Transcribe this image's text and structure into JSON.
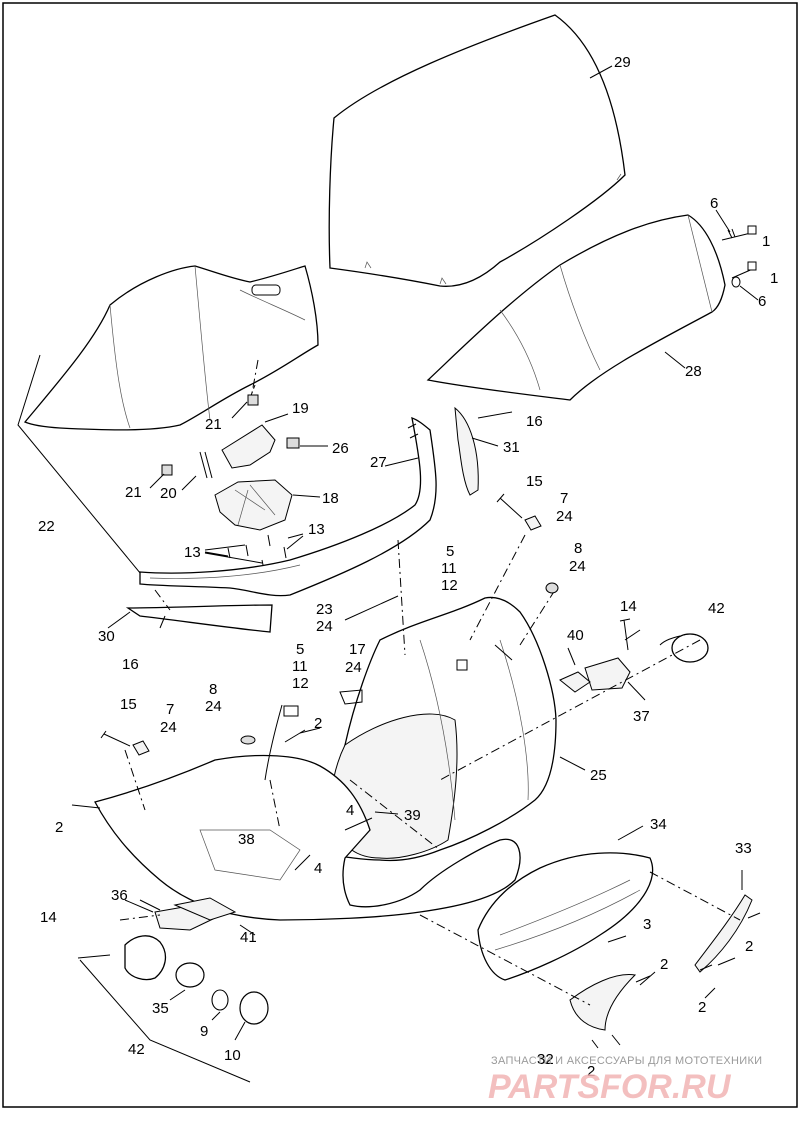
{
  "watermark": {
    "line1": "ЗАПЧАСТИ И АКСЕССУАРЫ ДЛЯ МОТОТЕХНИКИ",
    "line2": "PARTSFOR.RU"
  },
  "callouts": {
    "c29": "29",
    "c6a": "6",
    "c1a": "1",
    "c1b": "1",
    "c6b": "6",
    "c28": "28",
    "c22": "22",
    "c19": "19",
    "c21a": "21",
    "c26": "26",
    "c21b": "21",
    "c20": "20",
    "c18": "18",
    "c13a": "13",
    "c13b": "13",
    "c16a": "16",
    "c31": "31",
    "c27": "27",
    "c15a": "15",
    "c7a": "7",
    "c24a": "24",
    "c8a": "8",
    "c24b": "24",
    "c5a": "5",
    "c11a": "11",
    "c12a": "12",
    "c30": "30",
    "c16b": "16",
    "c23": "23",
    "c24c": "24",
    "c14a": "14",
    "c42a": "42",
    "c40": "40",
    "c37": "37",
    "c17": "17",
    "c24d": "24",
    "c5b": "5",
    "c11b": "11",
    "c12b": "12",
    "c15b": "15",
    "c7b": "7",
    "c24e": "24",
    "c8b": "8",
    "c24f": "24",
    "c2a": "2",
    "c25": "25",
    "c2b": "2",
    "c4a": "4",
    "c39": "39",
    "c38": "38",
    "c4b": "4",
    "c34": "34",
    "c33": "33",
    "c36": "36",
    "c14b": "14",
    "c41": "41",
    "c3": "3",
    "c2c": "2",
    "c2d": "2",
    "c2e": "2",
    "c35": "35",
    "c9": "9",
    "c42b": "42",
    "c10": "10",
    "c32": "32",
    "c2f": "2"
  }
}
